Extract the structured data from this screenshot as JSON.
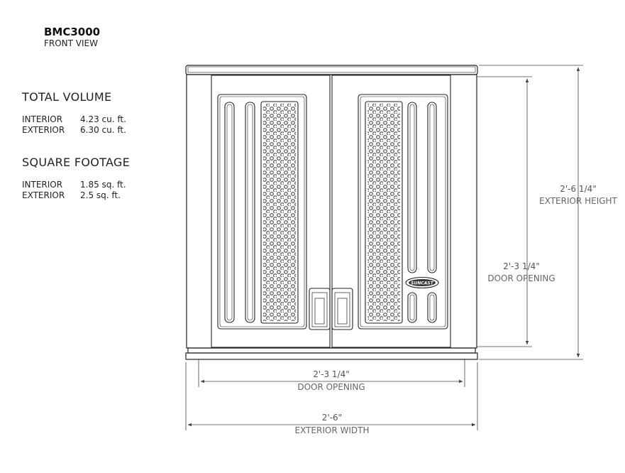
{
  "header": {
    "model": "BMC3000",
    "view": "FRONT VIEW"
  },
  "total_volume": {
    "title": "TOTAL VOLUME",
    "rows": [
      {
        "label": "INTERIOR",
        "value": "4.23  cu. ft."
      },
      {
        "label": "EXTERIOR",
        "value": "6.30  cu. ft."
      }
    ]
  },
  "square_footage": {
    "title": "SQUARE FOOTAGE",
    "rows": [
      {
        "label": "INTERIOR",
        "value": "1.85  sq. ft."
      },
      {
        "label": "EXTERIOR",
        "value": "2.5  sq. ft."
      }
    ]
  },
  "dimensions": {
    "exterior_height": {
      "value": "2'-6 1/4\"",
      "label": "EXTERIOR HEIGHT"
    },
    "door_opening_height": {
      "value": "2'-3 1/4\"",
      "label": "DOOR OPENING"
    },
    "door_opening_width": {
      "value": "2'-3 1/4\"",
      "label": "DOOR OPENING"
    },
    "exterior_width": {
      "value": "2'-6\"",
      "label": "EXTERIOR WIDTH"
    }
  },
  "logo_text": "SUNCAST"
}
